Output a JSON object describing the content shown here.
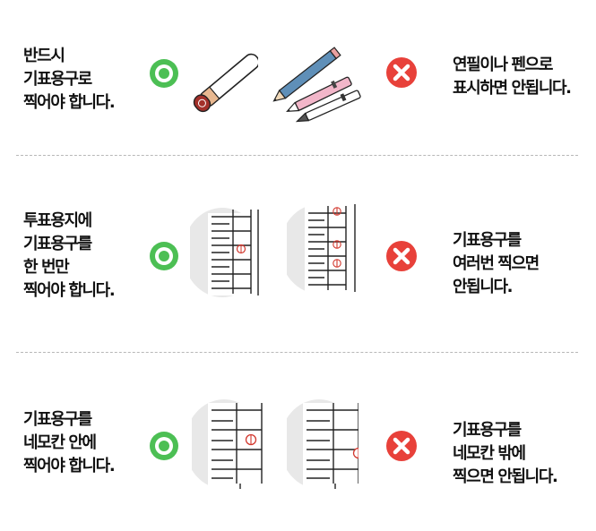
{
  "rows": [
    {
      "left": [
        "반드시",
        "기표용구로",
        "찍어야 합니다."
      ],
      "right": [
        "연필이나 펜으로",
        "표시하면 안됩니다."
      ]
    },
    {
      "left": [
        "투표용지에",
        "기표용구를",
        "한 번만",
        "찍어야 합니다."
      ],
      "right": [
        "기표용구를",
        "여러번 찍으면",
        "안됩니다."
      ]
    },
    {
      "left": [
        "기표용구를",
        "네모칸 안에",
        "찍어야 합니다."
      ],
      "right": [
        "기표용구를",
        "네모칸 밖에",
        "찍으면 안됩니다."
      ]
    }
  ],
  "colors": {
    "correct": "#4cbf54",
    "wrong": "#e8413a",
    "divider": "#b8b8b8"
  }
}
